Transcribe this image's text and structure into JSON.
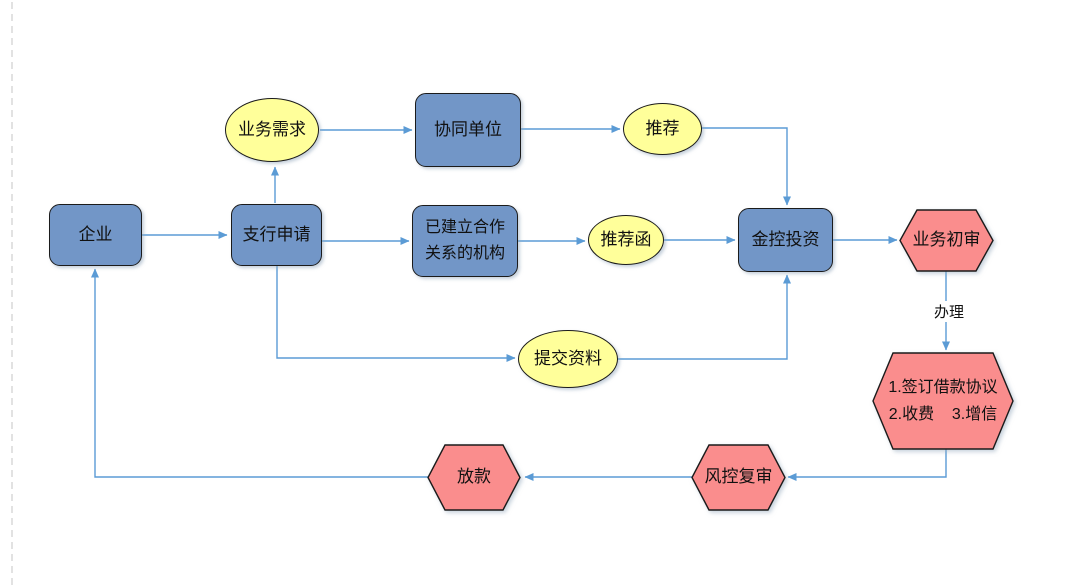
{
  "colors": {
    "process_fill": "#7296C7",
    "event_fill": "#FFFF9A",
    "review_fill": "#FA8D8D",
    "connector": "#5B9BD5",
    "shape_border": "#1B1B1B",
    "page_guide": "#D5D5D5"
  },
  "nodes": {
    "enterprise": {
      "label": "企业"
    },
    "branch_application": {
      "label": "支行申请"
    },
    "business_demand": {
      "label": "业务需求"
    },
    "collaborating_unit": {
      "label": "协同单位"
    },
    "recommend": {
      "label": "推荐"
    },
    "partner_institution": {
      "line1": "已建立合作",
      "line2": "关系的机构"
    },
    "recommendation_letter": {
      "label": "推荐函"
    },
    "submit_materials": {
      "label": "提交资料"
    },
    "jinkong_investment": {
      "label": "金控投资"
    },
    "business_initial_review": {
      "label": "业务初审"
    },
    "sign_agreement": {
      "line1": "1.签订借款协议",
      "line2": "2.收费    3.增信"
    },
    "risk_control_recheck": {
      "label": "风控复审"
    },
    "loan_disbursement": {
      "label": "放款"
    }
  },
  "edges": {
    "banli_label": "办理"
  }
}
